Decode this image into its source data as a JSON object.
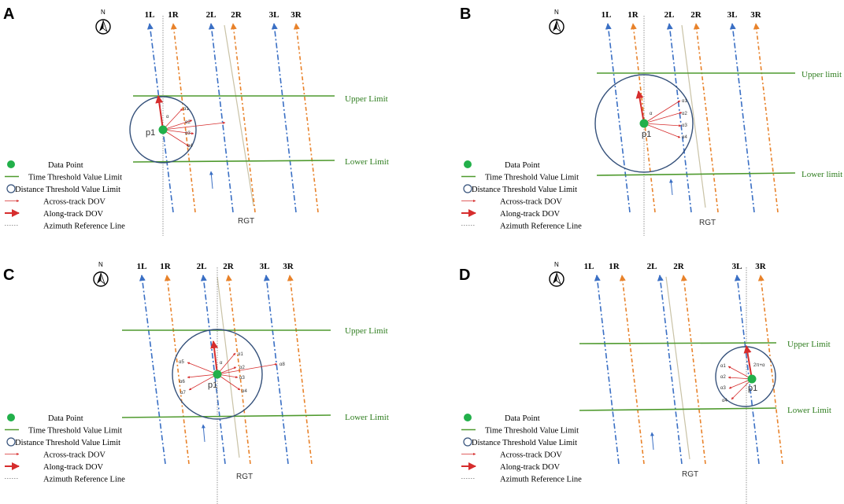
{
  "colors": {
    "left_track": "#3a6fc4",
    "right_track": "#e8822a",
    "rgt_track": "#c9c2a6",
    "limit": "#4f9a2e",
    "limit_text": "#2e7d1e",
    "circle": "#34507a",
    "data_point": "#22b04a",
    "dov": "#d62d2d",
    "azimuth": "#7a7a7a"
  },
  "panels": [
    {
      "letter": "A",
      "track_labels": [
        "1L",
        "1R",
        "2L",
        "2R",
        "3L",
        "3R"
      ],
      "upper_label": "Upper Limit",
      "lower_label": "Lower Limit",
      "point_label": "p1",
      "alpha_label": "α",
      "across_labels": [
        "α1",
        "α2",
        "α3",
        "α4"
      ],
      "rgt_label": "RGT",
      "north_label": "N",
      "legend": [
        "Data Point",
        "Time Threshold Value Limit",
        "Distance Threshold Value Limit",
        "Across-track DOV",
        "Along-track DOV",
        "Azimuth Reference Line"
      ]
    },
    {
      "letter": "B",
      "track_labels": [
        "1L",
        "1R",
        "2L",
        "2R",
        "3L",
        "3R"
      ],
      "upper_label": "Upper limit",
      "lower_label": "Lower limit",
      "point_label": "p1",
      "alpha_label": "α",
      "across_labels": [
        "α1",
        "α2",
        "α3",
        "α4"
      ],
      "rgt_label": "RGT",
      "north_label": "N",
      "legend": [
        "Data Point",
        "Time Threshold Value Limit",
        "Distance Threshold Value Limit",
        "Across-track DOV",
        "Along-track DOV",
        "Azimuth Reference Line"
      ]
    },
    {
      "letter": "C",
      "track_labels": [
        "1L",
        "1R",
        "2L",
        "2R",
        "3L",
        "3R"
      ],
      "upper_label": "Upper Limit",
      "lower_label": "Lower Limit",
      "point_label": "p1",
      "alpha_label": "α",
      "across_labels": [
        "α5",
        "α6",
        "α7",
        "α1",
        "α2",
        "α3",
        "α4",
        "α8"
      ],
      "rgt_label": "RGT",
      "north_label": "N",
      "legend": [
        "Data Point",
        "Time Threshold Value Limit",
        "Distance Threshold Value Limit",
        "Across-track DOV",
        "Along-track DOV",
        "Azimuth Reference Line"
      ]
    },
    {
      "letter": "D",
      "track_labels": [
        "1L",
        "1R",
        "2L",
        "2R",
        "3L",
        "3R"
      ],
      "upper_label": "Upper Limit",
      "lower_label": "Lower Limit",
      "point_label": "p1",
      "alpha_label": "2π+α",
      "across_labels": [
        "α1",
        "α2",
        "α3",
        "α4"
      ],
      "rgt_label": "RGT",
      "north_label": "N",
      "legend": [
        "Data Point",
        "Time Threshold Value Limit",
        "Distance Threshold Value Limit",
        "Across-track DOV",
        "Along-track DOV",
        "Azimuth Reference Line"
      ]
    }
  ]
}
